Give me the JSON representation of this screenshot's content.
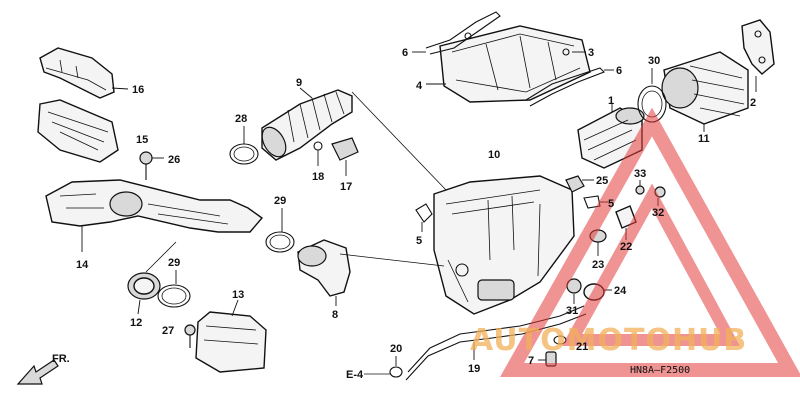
{
  "callouts": {
    "c1": "1",
    "c2": "2",
    "c3": "3",
    "c4": "4",
    "c5a": "5",
    "c5b": "5",
    "c6a": "6",
    "c6b": "6",
    "c7": "7",
    "c9": "9",
    "c10": "10",
    "c11": "11",
    "c12": "12",
    "c13": "13",
    "c14": "14",
    "c15": "15",
    "c16": "16",
    "c17": "17",
    "c18": "18",
    "c19": "19",
    "c20": "20",
    "c21": "21",
    "c22": "22",
    "c23": "23",
    "c24": "24",
    "c25": "25",
    "c26": "26",
    "c27": "27",
    "c28": "28",
    "c29a": "29",
    "c29b": "29",
    "c30": "30",
    "c31": "31",
    "c32": "32",
    "c33": "33",
    "c8": "8"
  },
  "ref_label": "E-4",
  "direction_label": "FR.",
  "diagram_code": "HN8A–F2500",
  "watermark": {
    "text": "AUTOMOTOHUB",
    "triangle_color": "#e23b3b",
    "text_color": "#f2b05a"
  }
}
